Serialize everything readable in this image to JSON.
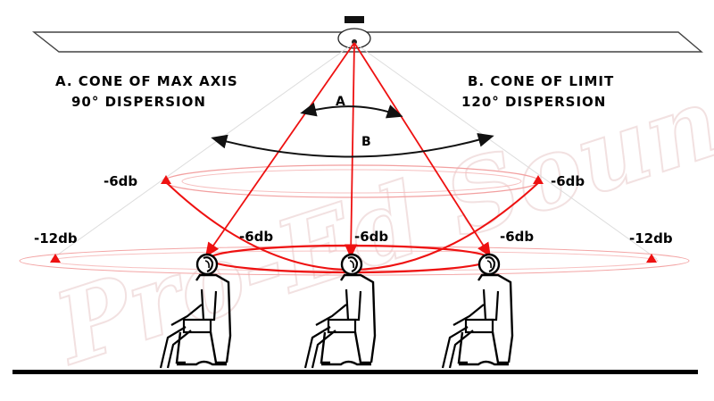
{
  "diagram": {
    "heading_a_line1": "A. CONE OF MAX AXIS",
    "heading_a_line2": "90° DISPERSION",
    "heading_b_line1": "B. CONE OF LIMIT",
    "heading_b_line2": "120° DISPERSION",
    "label_a": "A",
    "label_b": "B",
    "db_6_left": "-6db",
    "db_6_right": "-6db",
    "db_12_left": "-12db",
    "db_12_right": "-12db",
    "db_6_listener_left": "-6db",
    "db_6_listener_center": "-6db",
    "db_6_listener_right": "-6db",
    "watermark": "Pro-Ed Sound"
  },
  "colors": {
    "ray": "#ee1111",
    "ellipse": "#ee3333",
    "arc": "#111111",
    "ceiling": "#444444",
    "floor": "#000000",
    "watermark": "#f1dede"
  },
  "icons": [
    "ceiling-speaker-icon",
    "listener-seated-icon"
  ]
}
